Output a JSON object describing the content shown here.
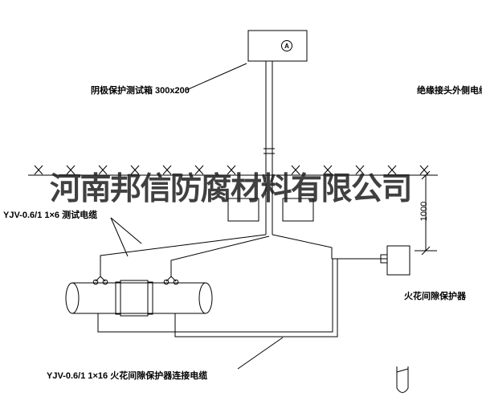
{
  "watermark": "河南邦信防腐材料有限公司",
  "labels": {
    "test_box": "阴极保护测试箱 300x200",
    "outer_cable": "绝缘接头外侧电缆",
    "test_cable": "YJV-0.6/1  1×6   测试电缆",
    "spark_gap": "火花间隙保护器",
    "connection_cable": "YJV-0.6/1  1×16   火花间隙保护器连接电缆"
  },
  "dimension": {
    "depth": "1000"
  },
  "meter": {
    "symbol": "A"
  },
  "colors": {
    "line": "#000000",
    "background": "#ffffff",
    "watermark": "#1f1f1f"
  }
}
